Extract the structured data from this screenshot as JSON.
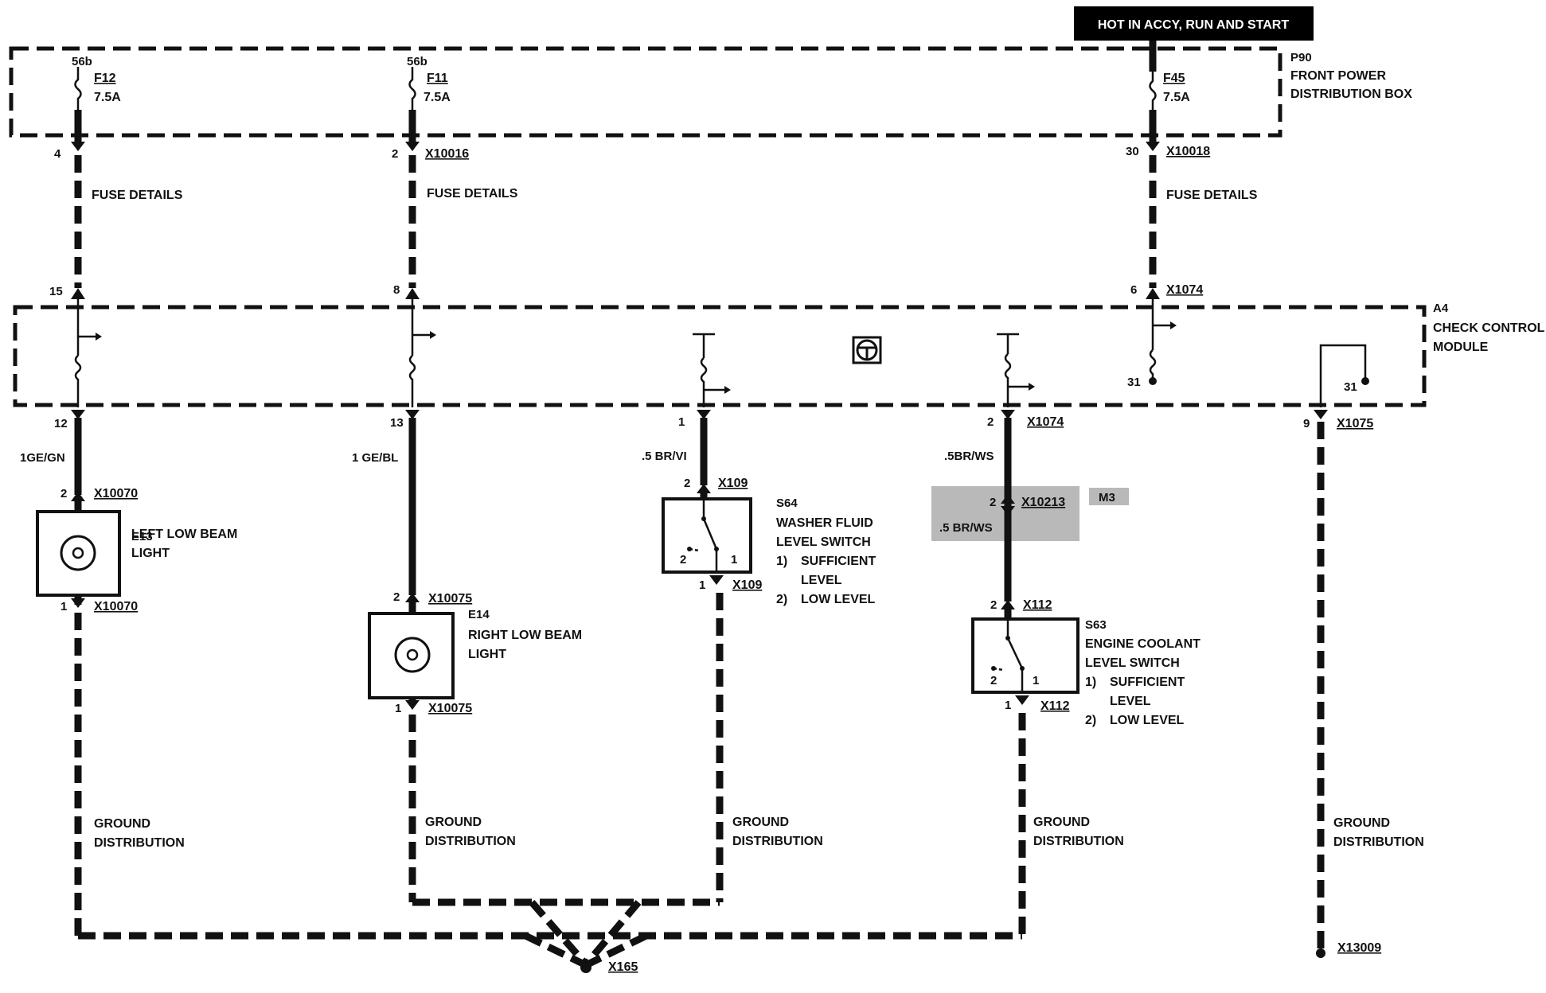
{
  "header": {
    "banner": "HOT IN ACCY, RUN AND START"
  },
  "p90": {
    "id": "P90",
    "name_line1": "FRONT POWER",
    "name_line2": "DISTRIBUTION BOX"
  },
  "a4": {
    "id": "A4",
    "name_line1": "CHECK CONTROL",
    "name_line2": "MODULE"
  },
  "fuses": [
    {
      "terminal": "56b",
      "id": "F12",
      "rating": "7.5A",
      "pin_out": "4",
      "connector": "",
      "details": "FUSE DETAILS",
      "pin_in": "15"
    },
    {
      "terminal": "56b",
      "id": "F11",
      "rating": "7.5A",
      "pin_out": "2",
      "connector": "X10016",
      "details": "FUSE DETAILS",
      "pin_in": "8"
    },
    {
      "terminal": "",
      "id": "F45",
      "rating": "7.5A",
      "pin_out": "30",
      "connector": "X10018",
      "details": "FUSE DETAILS",
      "pin_in": "6",
      "pin_in_connector": "X1074"
    }
  ],
  "module_internal": {
    "pin31_a": "31",
    "pin31_b": "31"
  },
  "outputs": [
    {
      "pin": "12",
      "connector": "",
      "wire": "1GE/GN"
    },
    {
      "pin": "13",
      "connector": "",
      "wire": "1 GE/BL"
    },
    {
      "pin": "1",
      "connector": "",
      "wire": ".5 BR/VI"
    },
    {
      "pin": "2",
      "connector": "X1074",
      "wire": ".5BR/WS"
    },
    {
      "pin": "9",
      "connector": "X1075",
      "wire": ""
    }
  ],
  "inline_connector": {
    "pin": "2",
    "connector": "X10213",
    "wire": ".5 BR/WS",
    "tag": "M3"
  },
  "components": {
    "e13": {
      "id": "E13",
      "line1": "LEFT LOW BEAM",
      "line2": "LIGHT",
      "pin_top": "2",
      "conn_top": "X10070",
      "pin_bottom": "1",
      "conn_bottom": "X10070"
    },
    "e14": {
      "id": "E14",
      "line1": "RIGHT LOW BEAM",
      "line2": "LIGHT",
      "pin_top": "2",
      "conn_top": "X10075",
      "pin_bottom": "1",
      "conn_bottom": "X10075"
    },
    "s64": {
      "id": "S64",
      "line1": "WASHER FLUID",
      "line2": "LEVEL SWITCH",
      "opt1_num": "1)",
      "opt1_a": "SUFFICIENT",
      "opt1_b": "LEVEL",
      "opt2_num": "2)",
      "opt2": "LOW LEVEL",
      "pin_top": "2",
      "conn_top": "X109",
      "pin_bottom": "1",
      "conn_bottom": "X109",
      "inner_left": "2",
      "inner_right": "1"
    },
    "s63": {
      "id": "S63",
      "line1": "ENGINE COOLANT",
      "line2": "LEVEL SWITCH",
      "opt1_num": "1)",
      "opt1_a": "SUFFICIENT",
      "opt1_b": "LEVEL",
      "opt2_num": "2)",
      "opt2": "LOW LEVEL",
      "pin_top": "2",
      "conn_top": "X112",
      "pin_bottom": "1",
      "conn_bottom": "X112",
      "inner_left": "2",
      "inner_right": "1"
    }
  },
  "grounds": {
    "line1": "GROUND",
    "line2": "DISTRIBUTION",
    "common_point": "X165",
    "right_point": "X13009"
  },
  "icons": [
    "fuse-icon",
    "lamp-icon",
    "switch-icon",
    "steering-wheel-icon",
    "ground-icon",
    "connector-icon"
  ]
}
